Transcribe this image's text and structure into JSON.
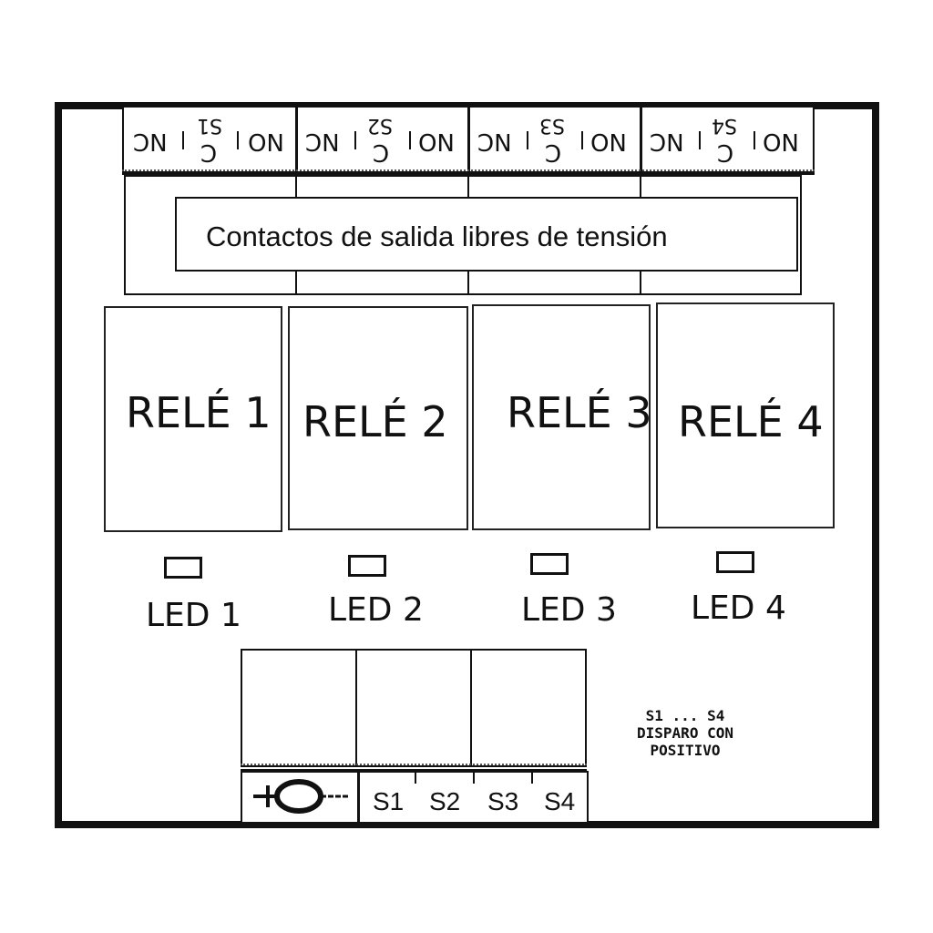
{
  "title_box": {
    "text": "Contactos de salida libres de tensión"
  },
  "output_terminals": [
    {
      "nc": "NC",
      "c": "C",
      "s": "S1",
      "no": "NO"
    },
    {
      "nc": "NC",
      "c": "C",
      "s": "S2",
      "no": "NO"
    },
    {
      "nc": "NC",
      "c": "C",
      "s": "S3",
      "no": "NO"
    },
    {
      "nc": "NC",
      "c": "C",
      "s": "S4",
      "no": "NO"
    }
  ],
  "relays": [
    "RELÉ 1",
    "RELÉ 2",
    "RELÉ 3",
    "RELÉ 4"
  ],
  "leds": [
    "LED 1",
    "LED 2",
    "LED 3",
    "LED 4"
  ],
  "input_terminal": {
    "labels": [
      "S1",
      "S2",
      "S3",
      "S4"
    ]
  },
  "note": {
    "line1": "S1 ... S4",
    "line2": "DISPARO CON",
    "line3": "POSITIVO"
  }
}
